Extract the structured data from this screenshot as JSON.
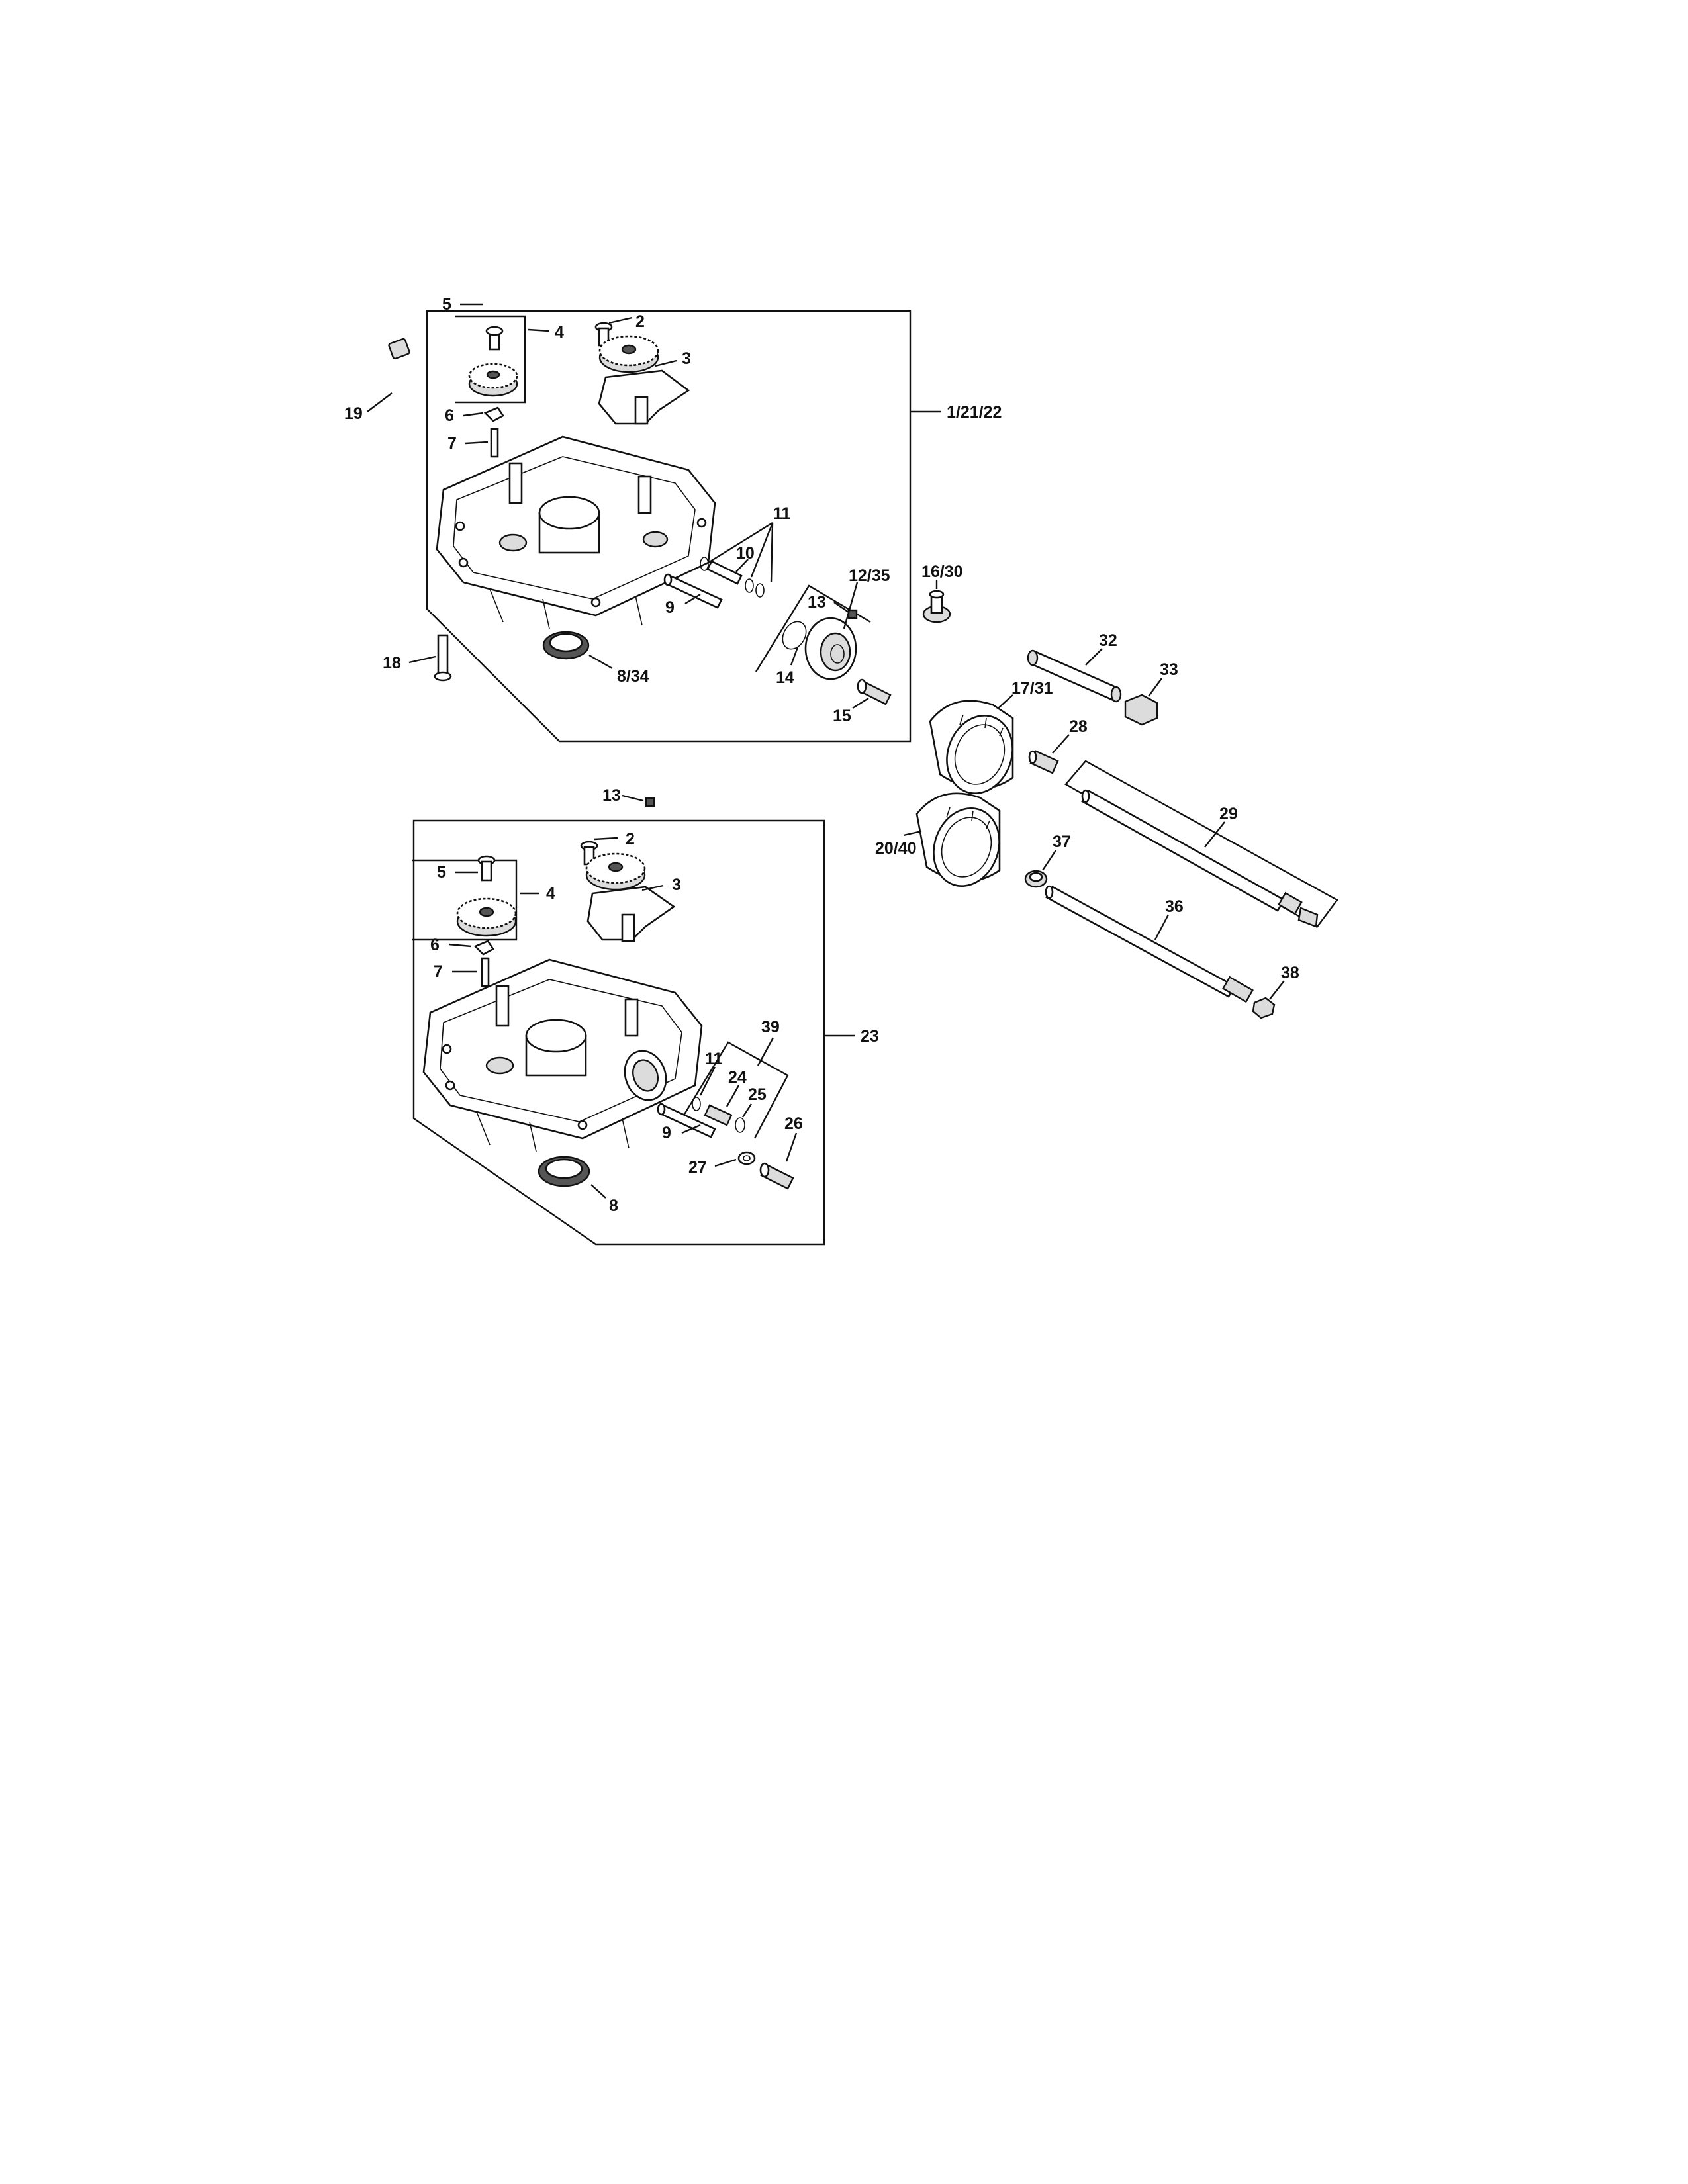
{
  "callouts": {
    "upper": {
      "c5": "5",
      "c2": "2",
      "c4": "4",
      "c3": "3",
      "c19": "19",
      "c6": "6",
      "c7": "7",
      "assembly": "1/21/22",
      "c11": "11",
      "c10": "10",
      "c9": "9",
      "c12_35": "12/35",
      "c13": "13",
      "c14": "14",
      "c15": "15",
      "c18": "18",
      "c8_34": "8/34"
    },
    "lower": {
      "c13": "13",
      "c2": "2",
      "c5": "5",
      "c4": "4",
      "c3": "3",
      "c6": "6",
      "c7": "7",
      "assembly": "23",
      "c39": "39",
      "c11": "11",
      "c24": "24",
      "c25": "25",
      "c9": "9",
      "c26": "26",
      "c27": "27",
      "c8": "8"
    },
    "right": {
      "c16_30": "16/30",
      "c32": "32",
      "c33": "33",
      "c17_31": "17/31",
      "c28": "28",
      "c29": "29",
      "c20_40": "20/40",
      "c37": "37",
      "c36": "36",
      "c38": "38"
    }
  }
}
